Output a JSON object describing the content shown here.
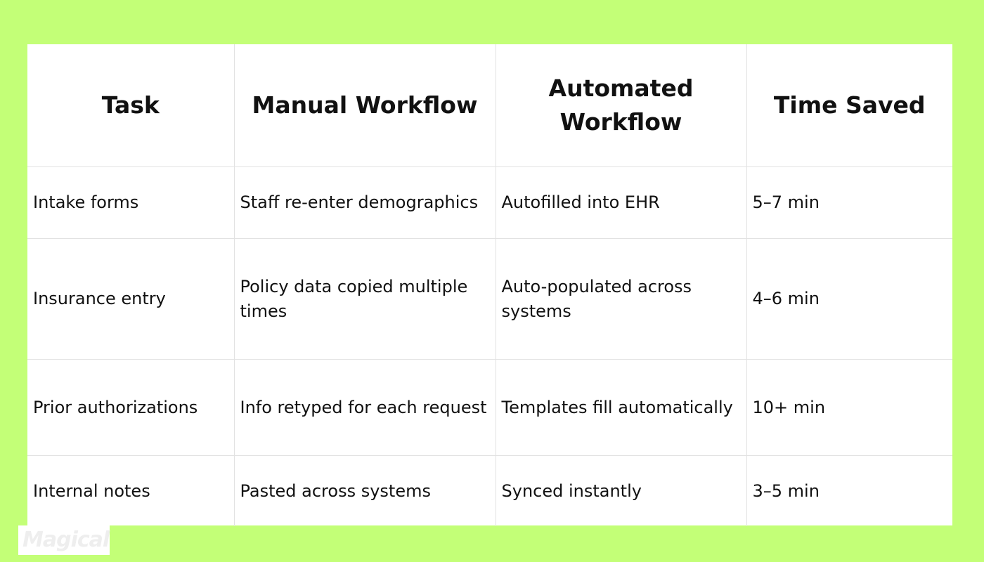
{
  "table": {
    "headers": [
      "Task",
      "Manual Workflow",
      "Automated Workflow",
      "Time Saved"
    ],
    "rows": [
      [
        "Intake forms",
        "Staff re-enter demographics",
        "Autofilled into EHR",
        "5–7 min"
      ],
      [
        "Insurance entry",
        "Policy data copied multiple times",
        "Auto-populated across systems",
        "4–6 min"
      ],
      [
        "Prior authorizations",
        "Info retyped for each request",
        "Templates fill automatically",
        "10+ min"
      ],
      [
        "Internal notes",
        "Pasted across systems",
        "Synced instantly",
        "3–5 min"
      ]
    ]
  },
  "logo": {
    "text": "Magical"
  },
  "colors": {
    "background": "#c3ff77",
    "table_background": "#ffffff",
    "border": "#e2e2e2",
    "text": "#111111"
  }
}
